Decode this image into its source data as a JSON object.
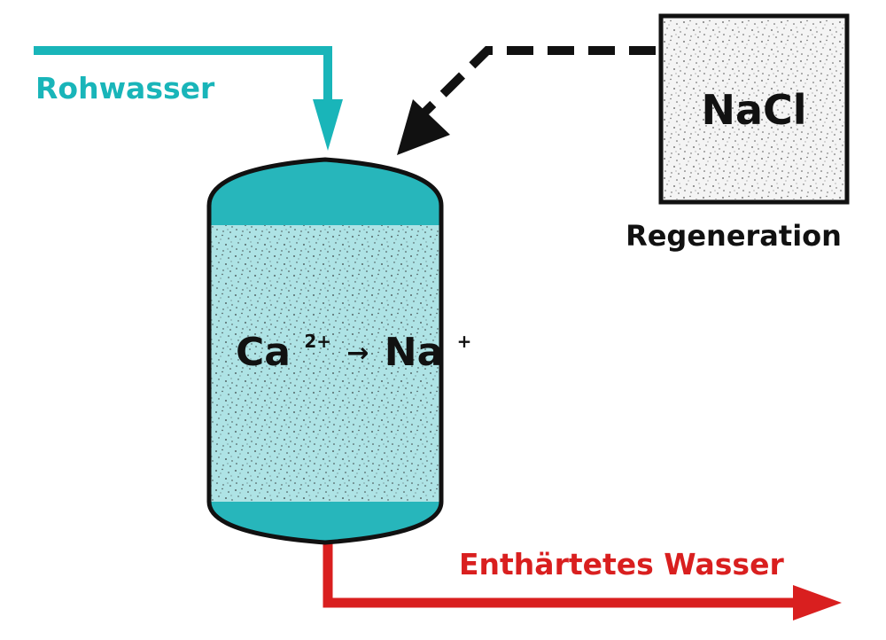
{
  "colors": {
    "teal": "#19b5b9",
    "tank_teal": "#27b6bb",
    "resin_fill": "#aee3e5",
    "red": "#d91f1f",
    "black": "#111111",
    "salt_fill": "#f4f4f4"
  },
  "labels": {
    "raw_water": "Rohwasser",
    "softened_water": "Enthärtetes Wasser",
    "regeneration": "Regeneration",
    "salt": "NaCl",
    "reaction_ca": "Ca",
    "reaction_ca_charge": "2+",
    "reaction_arrow": "→",
    "reaction_na": "Na",
    "reaction_na_charge": "+"
  }
}
